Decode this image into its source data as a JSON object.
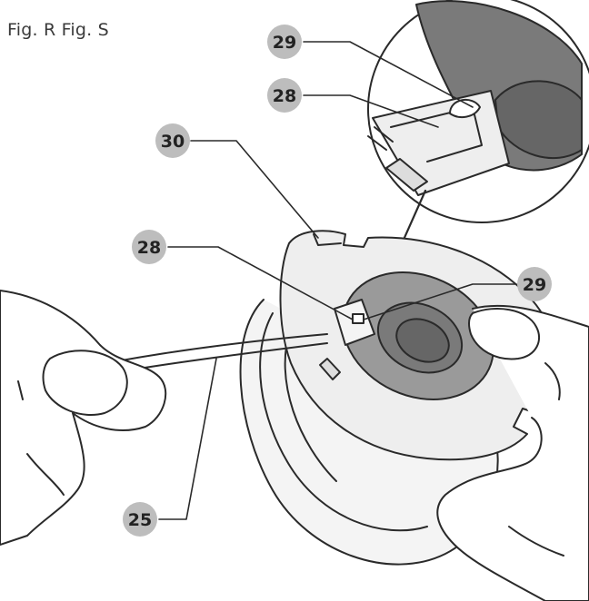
{
  "figure": {
    "title": "Fig. R Fig. S",
    "colors": {
      "outline": "#2a2a2a",
      "spool_face": "#eeeeee",
      "hub_dark": "#7a7a7a",
      "hub_mid": "#9a9a9a",
      "badge": "#bdbdbd",
      "skin": "#ffffff"
    }
  },
  "callouts": {
    "c29_top": "29",
    "c28_top": "28",
    "c30": "30",
    "c28_mid": "28",
    "c29_mid": "29",
    "c25": "25"
  }
}
